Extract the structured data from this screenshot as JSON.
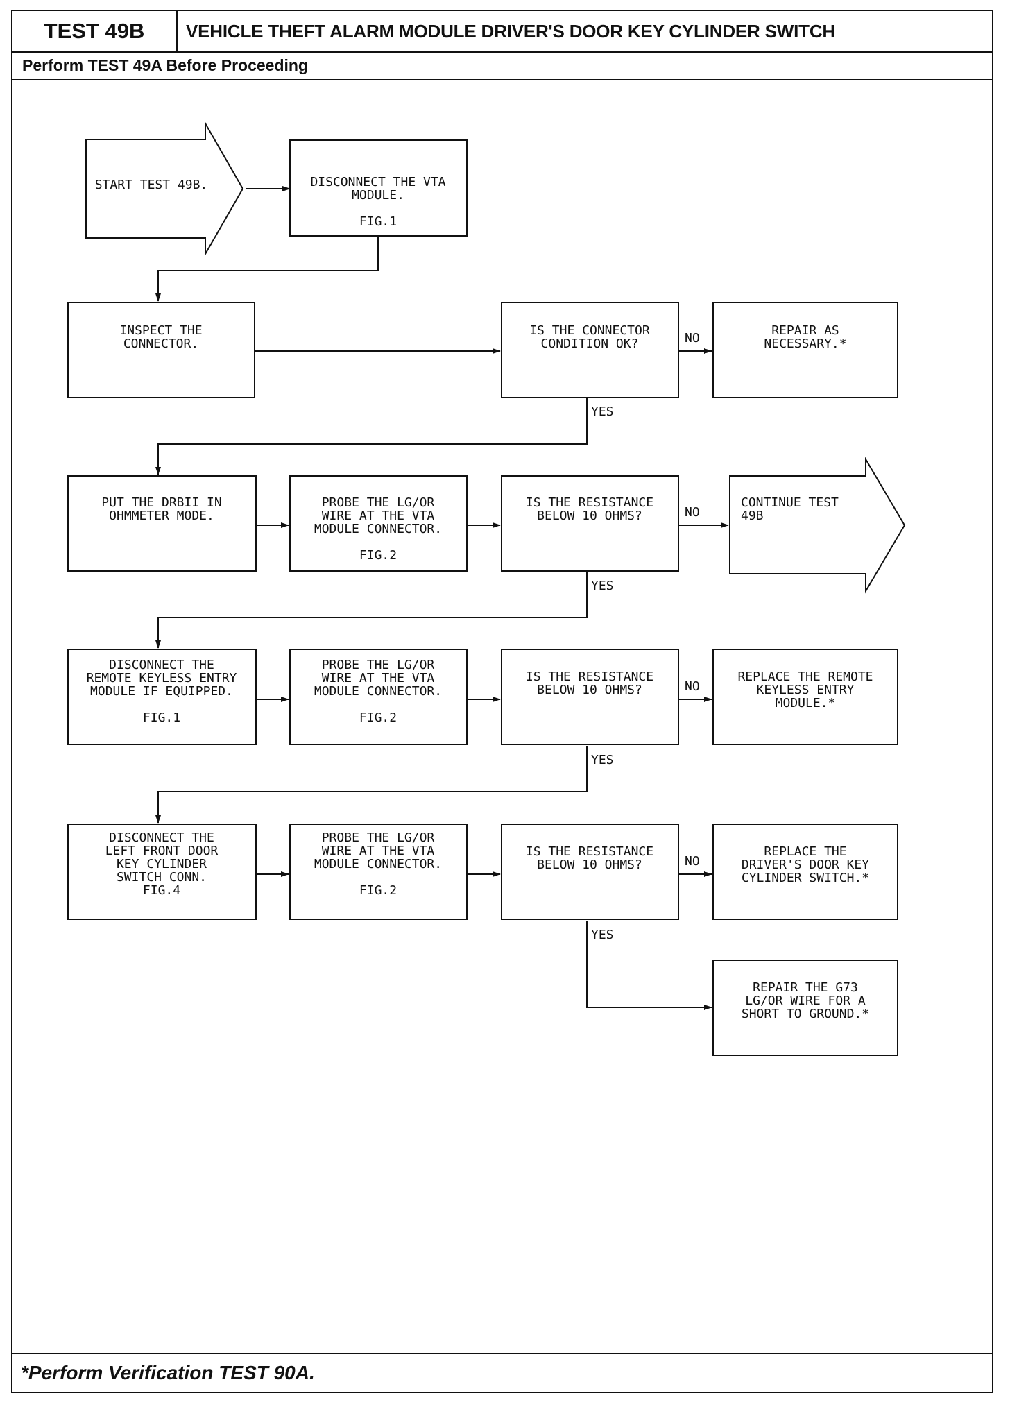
{
  "header": {
    "test_id": "TEST 49B",
    "title": "VEHICLE THEFT ALARM MODULE DRIVER'S DOOR KEY CYLINDER SWITCH",
    "subtitle": "Perform TEST 49A Before Proceeding"
  },
  "footer": {
    "note": "*Perform Verification TEST 90A."
  },
  "labels": {
    "yes": "YES",
    "no": "NO"
  },
  "nodes": {
    "start": [
      "START TEST 49B."
    ],
    "disconnect_vta": [
      "DISCONNECT THE VTA",
      "MODULE.",
      "",
      "FIG.1"
    ],
    "inspect_connector": [
      "INSPECT THE",
      "CONNECTOR."
    ],
    "connector_ok": [
      "IS THE CONNECTOR",
      "CONDITION OK?"
    ],
    "repair_necessary": [
      "REPAIR AS",
      "NECESSARY.*"
    ],
    "drbii_ohmmeter": [
      "PUT THE DRBII IN",
      "OHMMETER MODE."
    ],
    "probe_1": [
      "PROBE THE LG/OR",
      "WIRE AT THE VTA",
      "MODULE CONNECTOR.",
      "",
      "FIG.2"
    ],
    "resistance_1": [
      "IS THE RESISTANCE",
      "BELOW 10 OHMS?"
    ],
    "continue": [
      "CONTINUE TEST",
      "49B"
    ],
    "disconnect_rke": [
      "DISCONNECT THE",
      "REMOTE KEYLESS ENTRY",
      "MODULE IF EQUIPPED.",
      "",
      "FIG.1"
    ],
    "probe_2": [
      "PROBE THE LG/OR",
      "WIRE AT THE VTA",
      "MODULE CONNECTOR.",
      "",
      "FIG.2"
    ],
    "resistance_2": [
      "IS THE RESISTANCE",
      "BELOW 10 OHMS?"
    ],
    "replace_rke": [
      "REPLACE THE REMOTE",
      "KEYLESS ENTRY",
      "MODULE.*"
    ],
    "disconnect_lf_door": [
      "DISCONNECT THE",
      "LEFT FRONT DOOR",
      "KEY CYLINDER",
      "SWITCH CONN.",
      "FIG.4"
    ],
    "probe_3": [
      "PROBE THE LG/OR",
      "WIRE AT THE VTA",
      "MODULE CONNECTOR.",
      "",
      "FIG.2"
    ],
    "resistance_3": [
      "IS THE RESISTANCE",
      "BELOW 10 OHMS?"
    ],
    "replace_switch": [
      "REPLACE THE",
      "DRIVER'S DOOR KEY",
      "CYLINDER SWITCH.*"
    ],
    "repair_g73": [
      "REPAIR THE G73",
      "LG/OR WIRE FOR A",
      "SHORT TO GROUND.*"
    ]
  }
}
